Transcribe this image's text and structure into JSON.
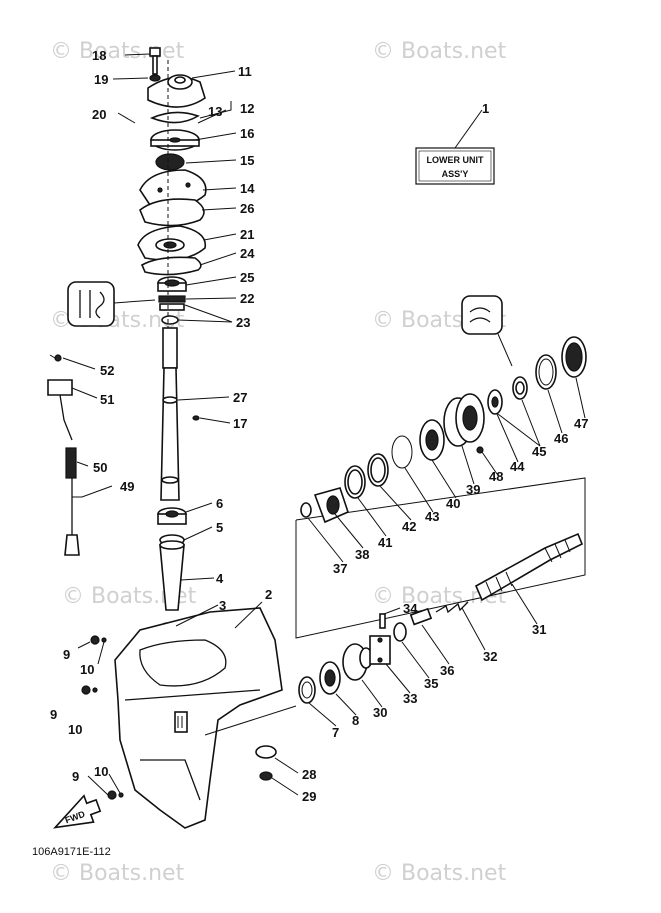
{
  "diagram": {
    "label_box": {
      "line1": "LOWER UNIT",
      "line2": "ASS'Y"
    },
    "part_code": "106A9171E-112",
    "watermark_text": "© Boats.net",
    "callouts": [
      "1",
      "2",
      "3",
      "4",
      "5",
      "6",
      "7",
      "8",
      "9",
      "10",
      "11",
      "12",
      "13",
      "14",
      "15",
      "16",
      "17",
      "18",
      "19",
      "20",
      "21",
      "22",
      "23",
      "24",
      "25",
      "26",
      "27",
      "28",
      "29",
      "30",
      "31",
      "32",
      "33",
      "34",
      "35",
      "36",
      "37",
      "38",
      "39",
      "40",
      "41",
      "42",
      "43",
      "44",
      "45",
      "46",
      "47",
      "48",
      "49",
      "50",
      "51",
      "52",
      "9",
      "10",
      "9",
      "10"
    ]
  }
}
